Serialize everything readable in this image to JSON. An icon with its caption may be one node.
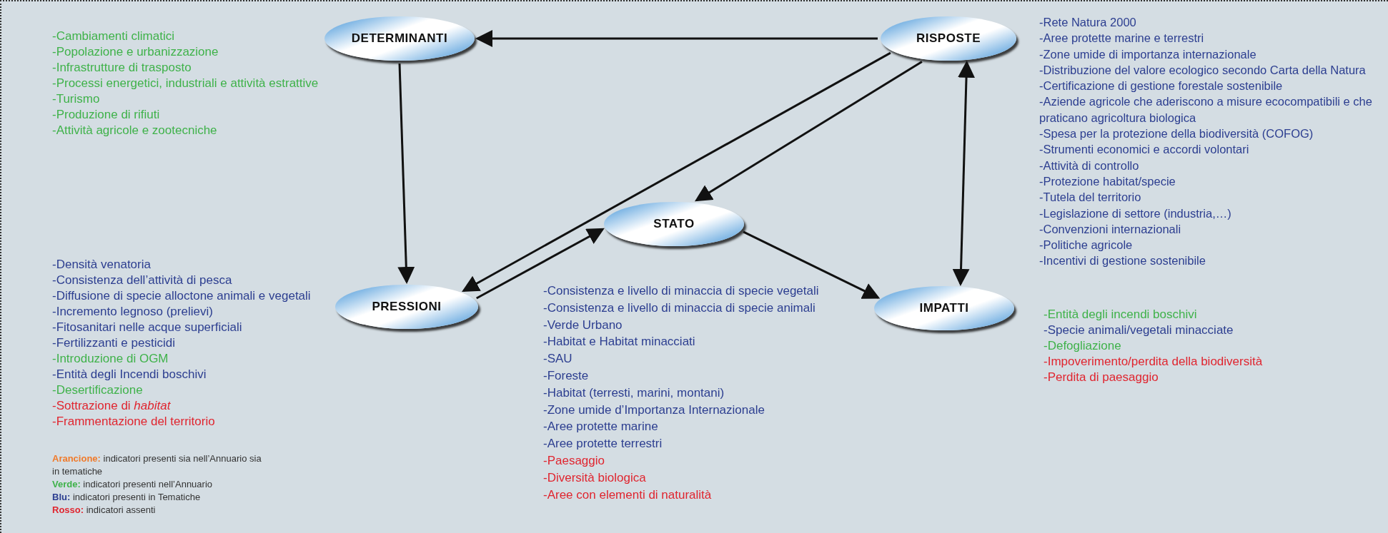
{
  "diagram": {
    "nodes": [
      {
        "text": [
          "DETERMINANTI"
        ],
        "beside": [
          "-Cambiamenti climatici",
          "-Popolazione e urbanizzazione",
          "-Infrastrutture di trasposto",
          "-Processi energetici, industriali e attività estrattive",
          "-Turismo",
          "-Produzione di rifiuti",
          "-Attività agricole e zootecniche"
        ]
      },
      {
        "text": [
          "RISPOSTE"
        ],
        "beside": [
          "-Rete Natura 2000",
          "-Aree protette marine e terrestri",
          "-Zone umide di importanza internazionale",
          "-Distribuzione del valore ecologico secondo Carta della Natura",
          "-Certificazione di gestione forestale sostenibile",
          "-Aziende agricole che aderiscono a misure ecocompatibili e che praticano agricoltura biologica",
          "-Spesa per la protezione della biodiversità (COFOG)",
          "-Strumenti economici e accordi volontari",
          "-Attività di controllo",
          "-Protezione habitat/specie",
          "-Tutela del territorio",
          "-Legislazione di settore (industria,…)",
          "-Convenzioni internazionali",
          "-Politiche agricole",
          "-Incentivi di gestione sostenibile"
        ]
      },
      {
        "text": [
          "STATO"
        ],
        "beside": [
          "-Consistenza e livello di minaccia di specie vegetali",
          "-Consistenza e livello di minaccia di specie animali",
          "-Verde Urbano",
          "-Habitat e Habitat minacciati",
          "-SAU",
          "-Foreste",
          "-Habitat (terresti, marini, montani)",
          "-Zone umide d’Importanza Internazionale",
          "-Aree protette marine",
          "-Aree protette terrestri",
          "-Paesaggio",
          "-Diversità biologica",
          "-Aree con elementi di naturalità"
        ]
      },
      {
        "text": [
          "PRESSIONI"
        ],
        "beside": [
          "-Densità venatoria",
          "-Consistenza dell’attività di pesca",
          "-Diffusione di specie alloctone animali e vegetali",
          "-Incremento legnoso (prelievi)",
          "-Fitosanitari nelle acque superficiali",
          "-Fertilizzanti e pesticidi",
          "-Introduzione di OGM",
          "-Entità degli Incendi boschivi",
          "-Desertificazione",
          "-Sottrazione di *habitat*",
          "-Frammentazione del territorio"
        ]
      },
      {
        "text": [
          "IMPATTI"
        ],
        "beside": [
          "-Entità degli incendi boschivi",
          "-Specie animali/vegetali minacciate",
          "-Defogliazione",
          "-Impoverimento/perdita della biodiversità",
          "-Perdita di paesaggio"
        ]
      }
    ],
    "edges": [
      {
        "from": 1,
        "to": 0,
        "arrow": "to"
      },
      {
        "from": 0,
        "to": 3,
        "arrow": "to"
      },
      {
        "from": 1,
        "to": 3,
        "arrow": "to"
      },
      {
        "from": 1,
        "to": 2,
        "arrow": "to"
      },
      {
        "from": 3,
        "to": 2,
        "arrow": "to"
      },
      {
        "from": 2,
        "to": 4,
        "arrow": "to"
      },
      {
        "from": 1,
        "to": 4,
        "arrow": "both"
      }
    ],
    "legend": [
      {
        "text": "**Arancione:** indicatori presenti sia nell’Annuario sia in tematiche",
        "color": "#f07a2a"
      },
      {
        "text": "**Verde:** indicatori presenti nell’Annuario",
        "color": "#3fb24a"
      },
      {
        "text": "**Blu:** indicatori presenti in Tematiche",
        "color": "#2c3e90"
      },
      {
        "text": "**Rosso:** indicatori assenti",
        "color": "#e0252f"
      }
    ]
  }
}
